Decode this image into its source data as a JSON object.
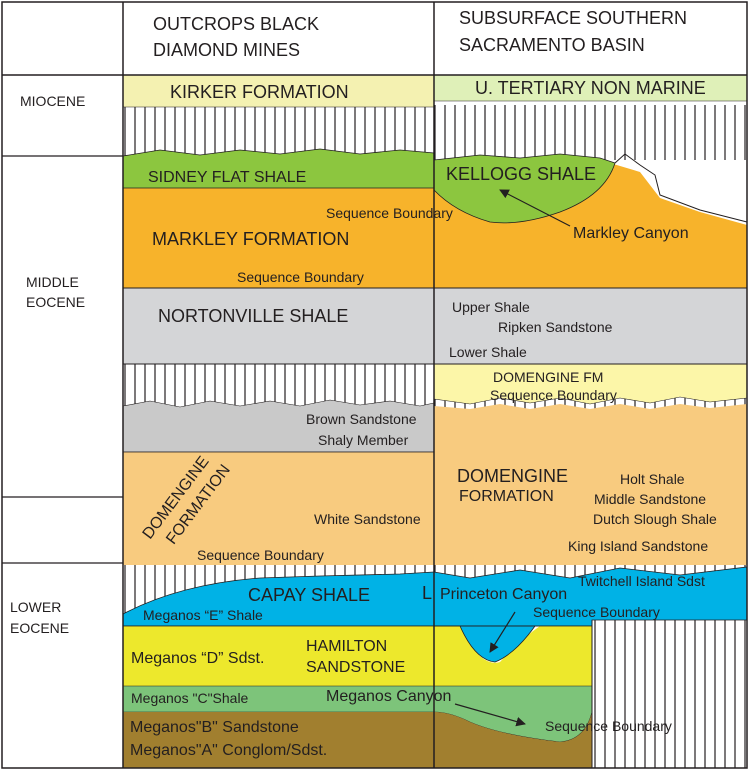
{
  "headers": {
    "outcrops_line1": "OUTCROPS BLACK",
    "outcrops_line2": "DIAMOND MINES",
    "subsurface_line1": "SUBSURFACE SOUTHERN",
    "subsurface_line2": "SACRAMENTO BASIN"
  },
  "epochs": {
    "miocene": "MIOCENE",
    "middle_eocene_line1": "MIDDLE",
    "middle_eocene_line2": "EOCENE",
    "lower_eocene_line1": "LOWER",
    "lower_eocene_line2": "EOCENE"
  },
  "units": {
    "kirker": "KIRKER FORMATION",
    "u_tertiary": "U. TERTIARY NON MARINE",
    "sidney_flat": "SIDNEY FLAT SHALE",
    "kellogg": "KELLOGG SHALE",
    "markley": "MARKLEY FORMATION",
    "markley_canyon": "Markley Canyon",
    "seq_boundary_markley_top": "Sequence Boundary",
    "seq_boundary_markley_base": "Sequence Boundary",
    "nortonville": "NORTONVILLE SHALE",
    "upper_shale": "Upper  Shale",
    "ripken": "Ripken Sandstone",
    "lower_shale": "Lower Shale",
    "domengine_fm": "DOMENGINE FM",
    "seq_boundary_domengine_fm": "Sequence Boundary",
    "brown_sandstone": "Brown Sandstone",
    "shaly_member": "Shaly Member",
    "domengine_left_line1": "DOMENGINE",
    "domengine_left_line2": "FORMATION",
    "white_sandstone": "White Sandstone",
    "seq_boundary_domengine": "Sequence Boundary",
    "domengine_right_line1": "DOMENGINE",
    "domengine_right_line2": "FORMATION",
    "holt": "Holt Shale",
    "middle_sandstone": "Middle Sandstone",
    "dutch_slough": "Dutch Slough Shale",
    "king_island": "King Island Sandstone",
    "capay": "CAPAY SHALE",
    "capay_l": "L",
    "princeton": "Princeton Canyon",
    "twitchell": "Twitchell Island Sdst",
    "seq_boundary_princeton": "Sequence Boundary",
    "meganos_e": "Meganos “E” Shale",
    "meganos_d": "Meganos “D” Sdst.",
    "hamilton_line1": "HAMILTON",
    "hamilton_line2": "SANDSTONE",
    "meganos_c": "Meganos \"C\"Shale",
    "meganos_canyon": "Meganos Canyon",
    "seq_boundary_meganos": "Sequence Boundary",
    "meganos_b": "Meganos\"B\" Sandstone",
    "meganos_a": "Meganos\"A\" Conglom/Sdst."
  },
  "colors": {
    "kirker": "#f4f1b1",
    "u_tertiary": "#dff0b8",
    "shale_green": "#8cc63f",
    "markley_orange": "#f7b32b",
    "nortonville_gray": "#d4d5d7",
    "domengine_fm_yellow": "#fcf6a8",
    "brown_sandstone_gray": "#c9c9c9",
    "domengine_tan": "#f8cb7f",
    "capay_blue": "#00b2e6",
    "hamilton_yellow": "#ede82c",
    "meganos_c_green": "#7dc47a",
    "meganos_b_brown": "#a17f2f",
    "line": "#231f20"
  }
}
